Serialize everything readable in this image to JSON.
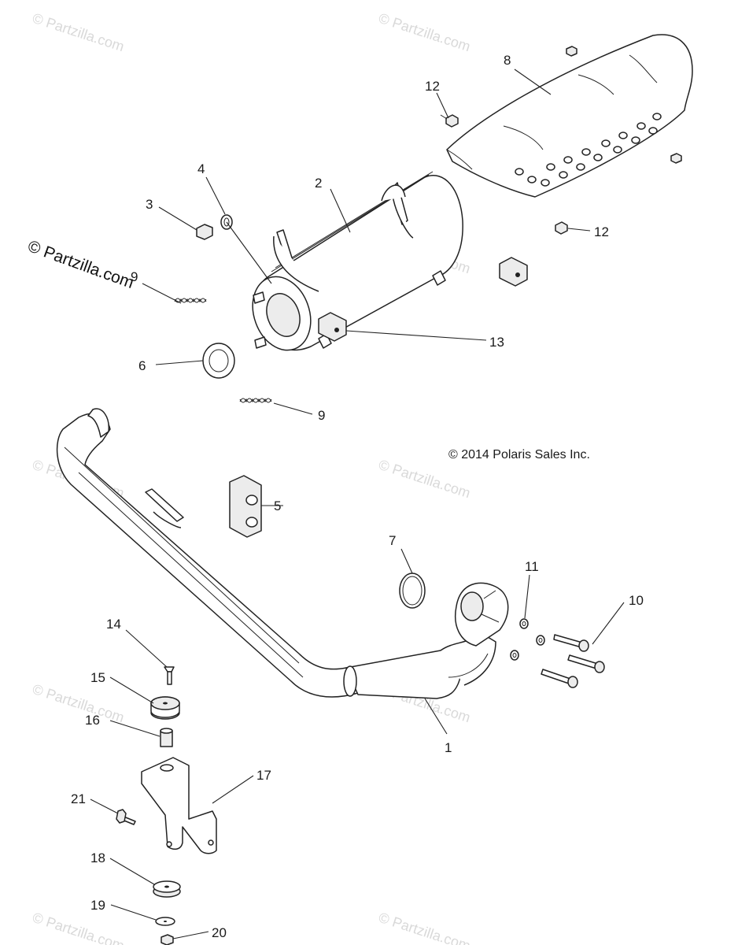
{
  "copyright_notice": "© 2014 Polaris Sales Inc.",
  "brand_watermark": "© Partzilla.com",
  "background_watermark": "© Partzilla.com",
  "callouts": {
    "c1": "1",
    "c2": "2",
    "c3": "3",
    "c4": "4",
    "c5": "5",
    "c6": "6",
    "c7": "7",
    "c8": "8",
    "c9a": "9",
    "c9b": "9",
    "c10": "10",
    "c11": "11",
    "c12a": "12",
    "c12b": "12",
    "c13": "13",
    "c14": "14",
    "c15": "15",
    "c16": "16",
    "c17": "17",
    "c18": "18",
    "c19": "19",
    "c20": "20",
    "c21": "21"
  }
}
